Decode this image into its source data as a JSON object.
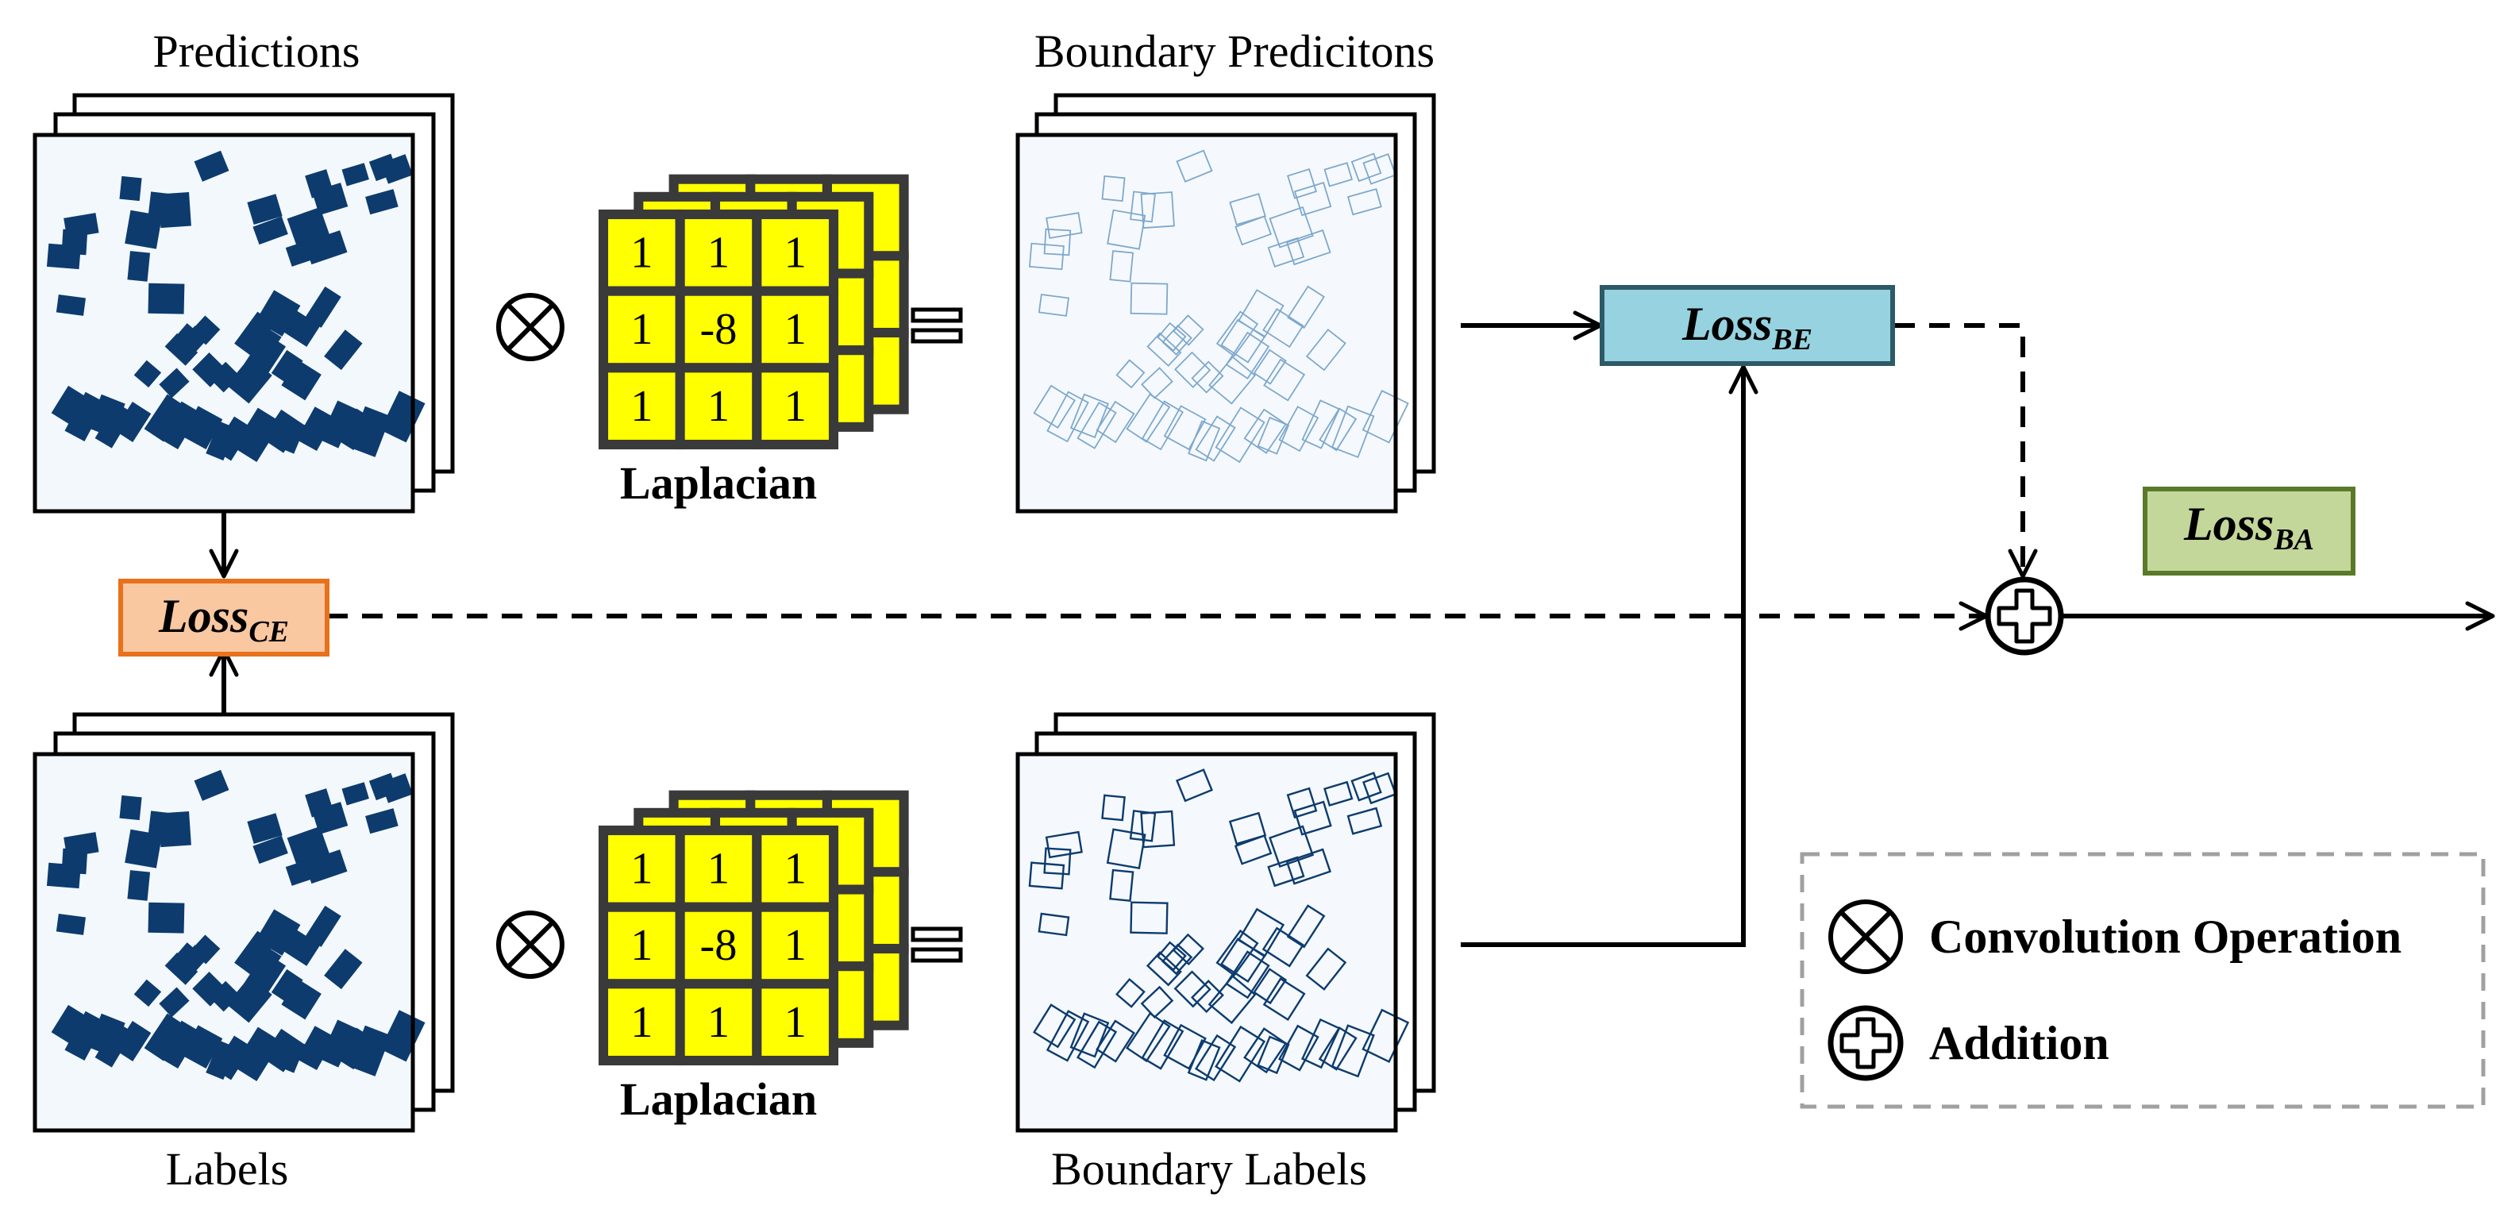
{
  "captions": {
    "predictions": "Predictions",
    "labels": "Labels",
    "boundary_predictions": "Boundary Predicitons",
    "boundary_labels": "Boundary Labels"
  },
  "kernel": {
    "label": "Laplacian",
    "cells": [
      "1",
      "1",
      "1",
      "1",
      "-8",
      "1",
      "1",
      "1",
      "1"
    ]
  },
  "losses": {
    "ce": {
      "main": "Loss",
      "sub": "CE",
      "fill": "#f9c7a0",
      "stroke": "#e8711c"
    },
    "be": {
      "main": "Loss",
      "sub": "BE",
      "fill": "#96d2e0",
      "stroke": "#2d5a66"
    },
    "ba": {
      "main": "Loss",
      "sub": "BA",
      "fill": "#c4d79b",
      "stroke": "#5a7a2a"
    }
  },
  "legend": {
    "convolution": "Convolution Operation",
    "addition": "Addition"
  },
  "colors": {
    "building": "#0d3b6e",
    "image_bg": "#f3f8fd",
    "kernel_fill": "#ffff00",
    "kernel_stroke": "#3a3a3a"
  },
  "icons": [
    "convolution-icon",
    "addition-icon",
    "equals-icon"
  ]
}
